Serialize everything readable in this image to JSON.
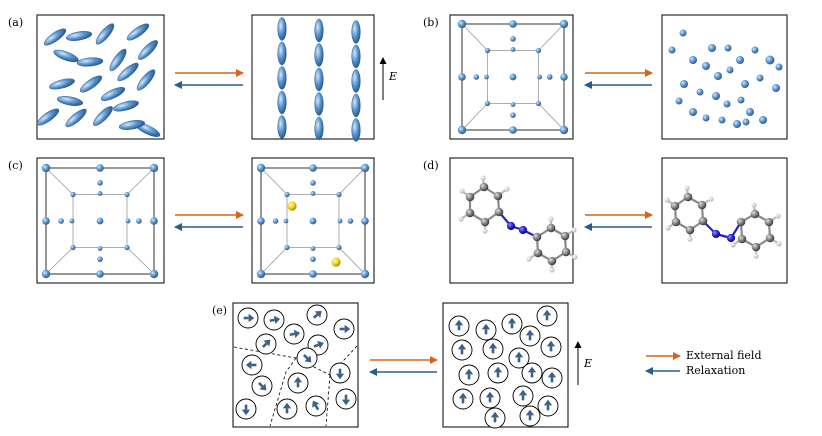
{
  "panels": [
    {
      "id": "a",
      "label": "(a)",
      "before": "ellipsoids-random",
      "after": "ellipsoids-aligned",
      "field_label": "E"
    },
    {
      "id": "b",
      "label": "(b)",
      "before": "lattice-cube",
      "after": "scattered-atoms"
    },
    {
      "id": "c",
      "label": "(c)",
      "before": "lattice-cube",
      "after": "lattice-cube-with-dopants"
    },
    {
      "id": "d",
      "label": "(d)",
      "before": "azobenzene-trans",
      "after": "azobenzene-cis"
    },
    {
      "id": "e",
      "label": "(e)",
      "before": "dipole-domains",
      "after": "dipoles-aligned",
      "field_label": "E"
    }
  ],
  "legend": {
    "external_field": "External field",
    "relaxation": "Relaxation"
  },
  "colors": {
    "external_field_arrow": "#d9631d",
    "relaxation_arrow": "#2a5d8f",
    "atom_blue": "#5b95cf",
    "dopant_yellow": "#f2d21b",
    "carbon_gray": "#7c7c7c",
    "nitrogen_blue": "#2222c8",
    "dipole_arrow": "#3c6188"
  }
}
